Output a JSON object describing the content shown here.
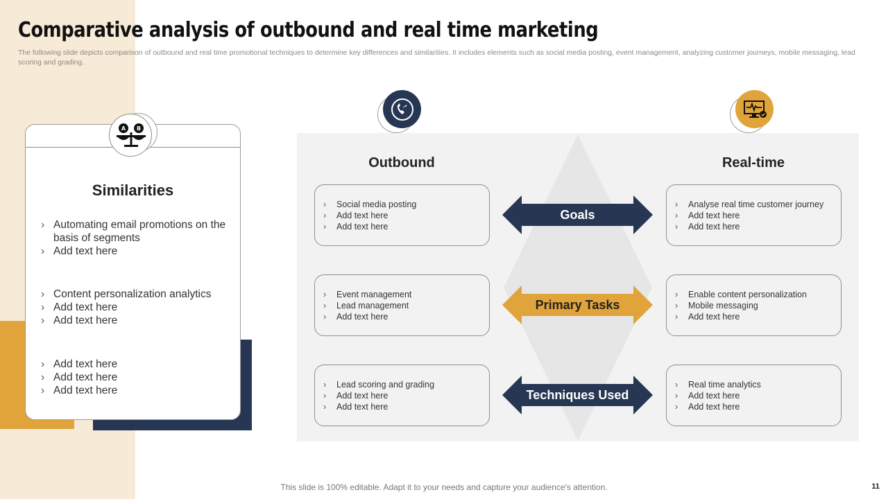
{
  "title": "Comparative analysis of outbound and real time marketing",
  "subtitle": "The following slide depicts comparison of outbound and real time promotional techniques to determine key differences and similarities. It includes elements such as social media posting, event management, analyzing customer journeys, mobile messaging, lead scoring and grading.",
  "similarities": {
    "title": "Similarities",
    "groups": [
      [
        "Automating email promotions on the basis of segments",
        "Add text here"
      ],
      [
        "Content personalization analytics",
        "Add text here",
        "Add text here"
      ],
      [
        "Add text here",
        "Add text here",
        "Add text here"
      ]
    ]
  },
  "outbound": {
    "heading": "Outbound",
    "boxes": [
      [
        "Social media posting",
        "Add text here",
        "Add text here"
      ],
      [
        "Event management",
        "Lead management",
        "Add text here"
      ],
      [
        "Lead scoring and grading",
        "Add text here",
        "Add text here"
      ]
    ]
  },
  "realtime": {
    "heading": "Real-time",
    "boxes": [
      [
        "Analyse real time customer journey",
        "Add text here",
        "Add text here"
      ],
      [
        "Enable content personalization",
        "Mobile messaging",
        "Add text here"
      ],
      [
        "Real time analytics",
        "Add text here",
        "Add text here"
      ]
    ]
  },
  "categories": [
    {
      "label": "Goals",
      "color": "#273753",
      "text_color": "#ffffff"
    },
    {
      "label": "Primary Tasks",
      "color": "#e0a43a",
      "text_color": "#222222"
    },
    {
      "label": "Techniques Used",
      "color": "#273753",
      "text_color": "#ffffff"
    }
  ],
  "icons": {
    "similarities": "balance-scale-icon",
    "outbound": "phone-call-icon",
    "realtime": "monitor-pulse-icon"
  },
  "colors": {
    "navy": "#273753",
    "gold": "#e0a43a",
    "beige": "#f7ead6",
    "panel": "#f2f2f2"
  },
  "footer": "This slide is 100% editable. Adapt it to your needs and capture your audience's attention.",
  "page_number": "11"
}
